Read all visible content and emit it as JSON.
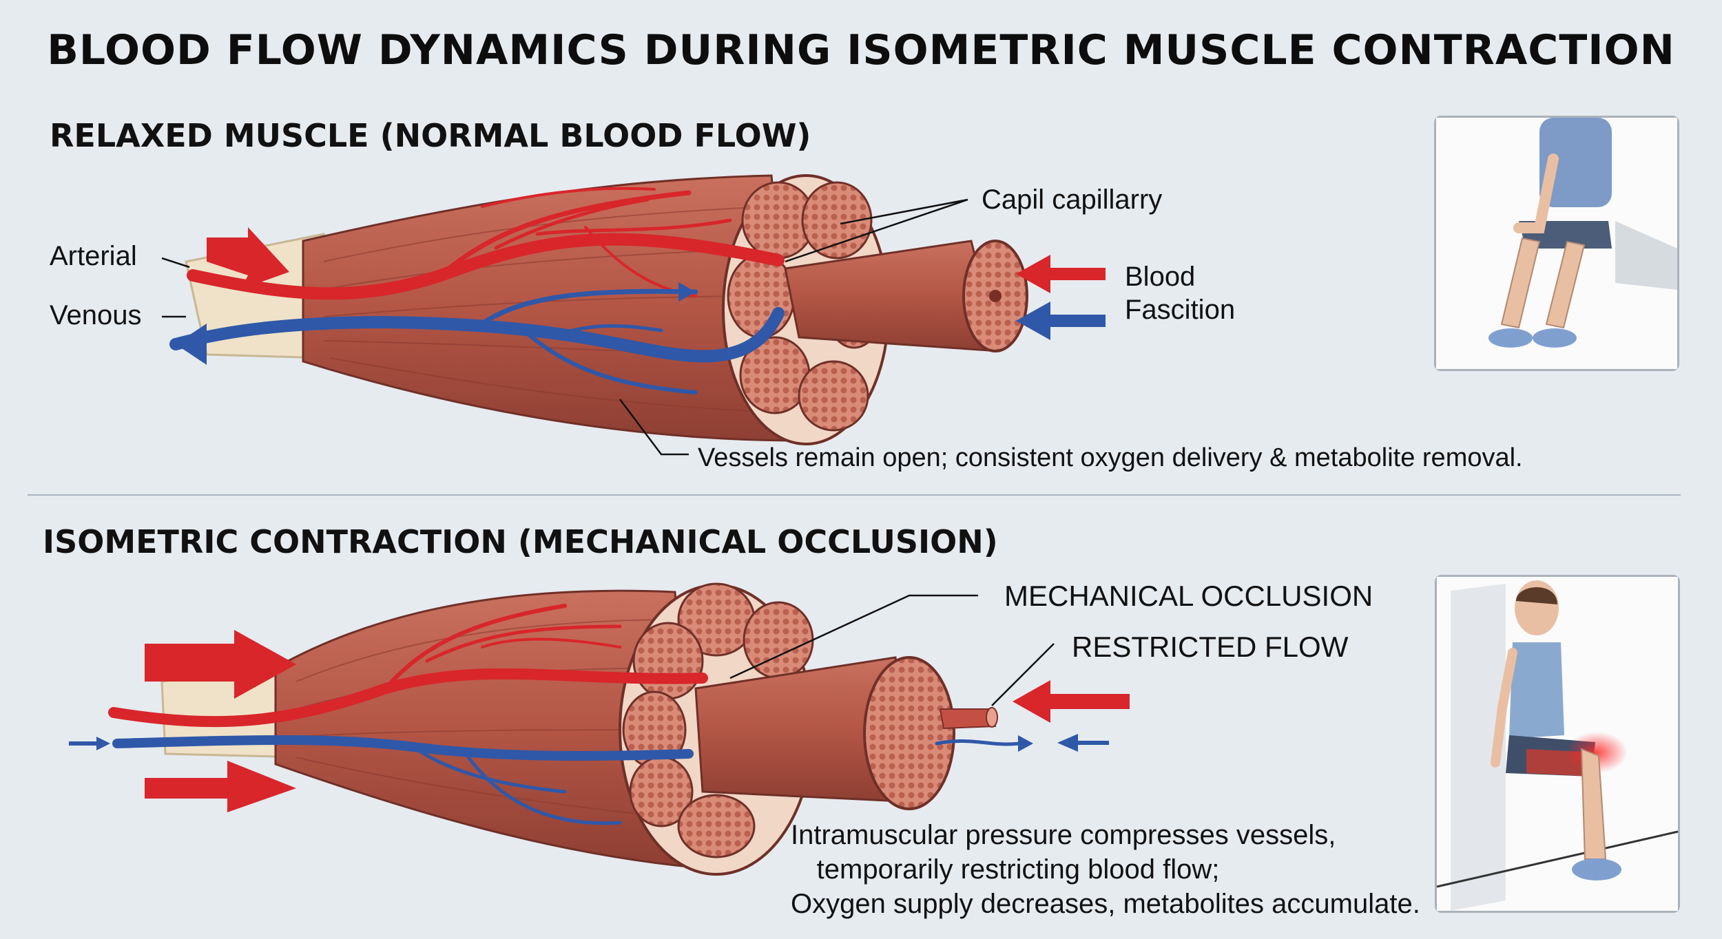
{
  "title": "BLOOD FLOW DYNAMICS DURING ISOMETRIC MUSCLE CONTRACTION",
  "relaxed": {
    "heading": "RELAXED MUSCLE (NORMAL BLOOD FLOW)",
    "labels": {
      "arterial": "Arterial",
      "venous": "Venous",
      "capillary": "Capil capillarry",
      "blood": "Blood",
      "fascition": "Fascition"
    },
    "caption": "Vessels remain open; consistent oxygen delivery & metabolite removal."
  },
  "isometric": {
    "heading": "ISOMETRIC CONTRACTION (MECHANICAL OCCLUSION)",
    "labels": {
      "occlusion": "MECHANICAL OCCLUSION",
      "restricted": "RESTRICTED FLOW"
    },
    "caption_lines": [
      "Intramuscular pressure compresses vessels,",
      "temporarily restricting blood flow;",
      "Oxygen supply decreases, metabolites accumulate."
    ]
  },
  "colors": {
    "background": "#e6ebf0",
    "artery": "#d8262b",
    "vein": "#2f58a8",
    "muscle": "#b65a4c",
    "muscle_light": "#d98b78",
    "tendon": "#efe2c8",
    "fatigue_glow": "#f04040"
  },
  "icons": {
    "relaxed_figure": "seated-person-relaxed-icon",
    "contracting_figure": "wall-sit-person-icon"
  }
}
